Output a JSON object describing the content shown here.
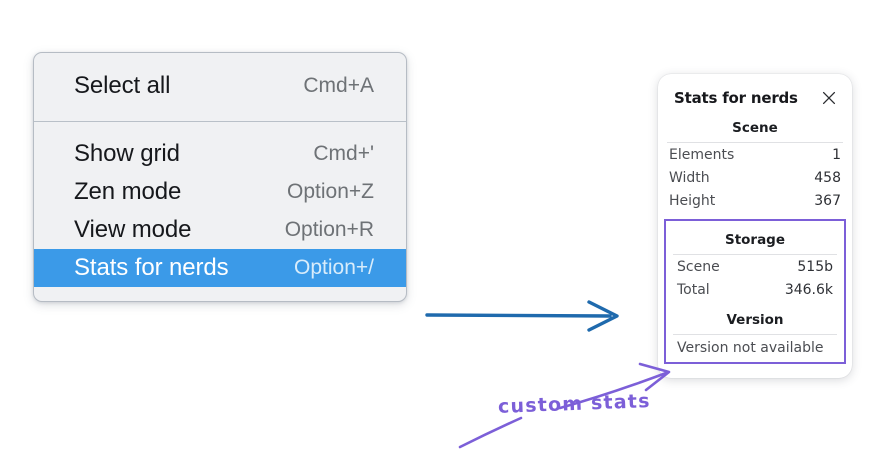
{
  "menu": {
    "groups": [
      {
        "name": "group-top",
        "items": [
          {
            "label": "Select all",
            "shortcut": "Cmd+A",
            "selected": false
          }
        ]
      },
      {
        "name": "group-bottom",
        "items": [
          {
            "label": "Show grid",
            "shortcut": "Cmd+'",
            "selected": false
          },
          {
            "label": "Zen mode",
            "shortcut": "Option+Z",
            "selected": false
          },
          {
            "label": "View mode",
            "shortcut": "Option+R",
            "selected": false
          },
          {
            "label": "Stats for nerds",
            "shortcut": "Option+/",
            "selected": true
          }
        ]
      }
    ],
    "highlight_color": "#3b9ae8"
  },
  "stats_card": {
    "title": "Stats for nerds",
    "close_icon": "close-icon",
    "scene": {
      "heading": "Scene",
      "rows": [
        {
          "key": "Elements",
          "value": "1"
        },
        {
          "key": "Width",
          "value": "458"
        },
        {
          "key": "Height",
          "value": "367"
        }
      ]
    },
    "storage": {
      "heading": "Storage",
      "rows": [
        {
          "key": "Scene",
          "value": "515b"
        },
        {
          "key": "Total",
          "value": "346.6k"
        }
      ]
    },
    "version": {
      "heading": "Version",
      "text": "Version not available"
    },
    "highlight_border_color": "#7c5fd8"
  },
  "annotations": {
    "custom_stats_label": "custom stats",
    "arrow_blue_color": "#1f6aad",
    "arrow_purple_color": "#7c5fd8"
  }
}
